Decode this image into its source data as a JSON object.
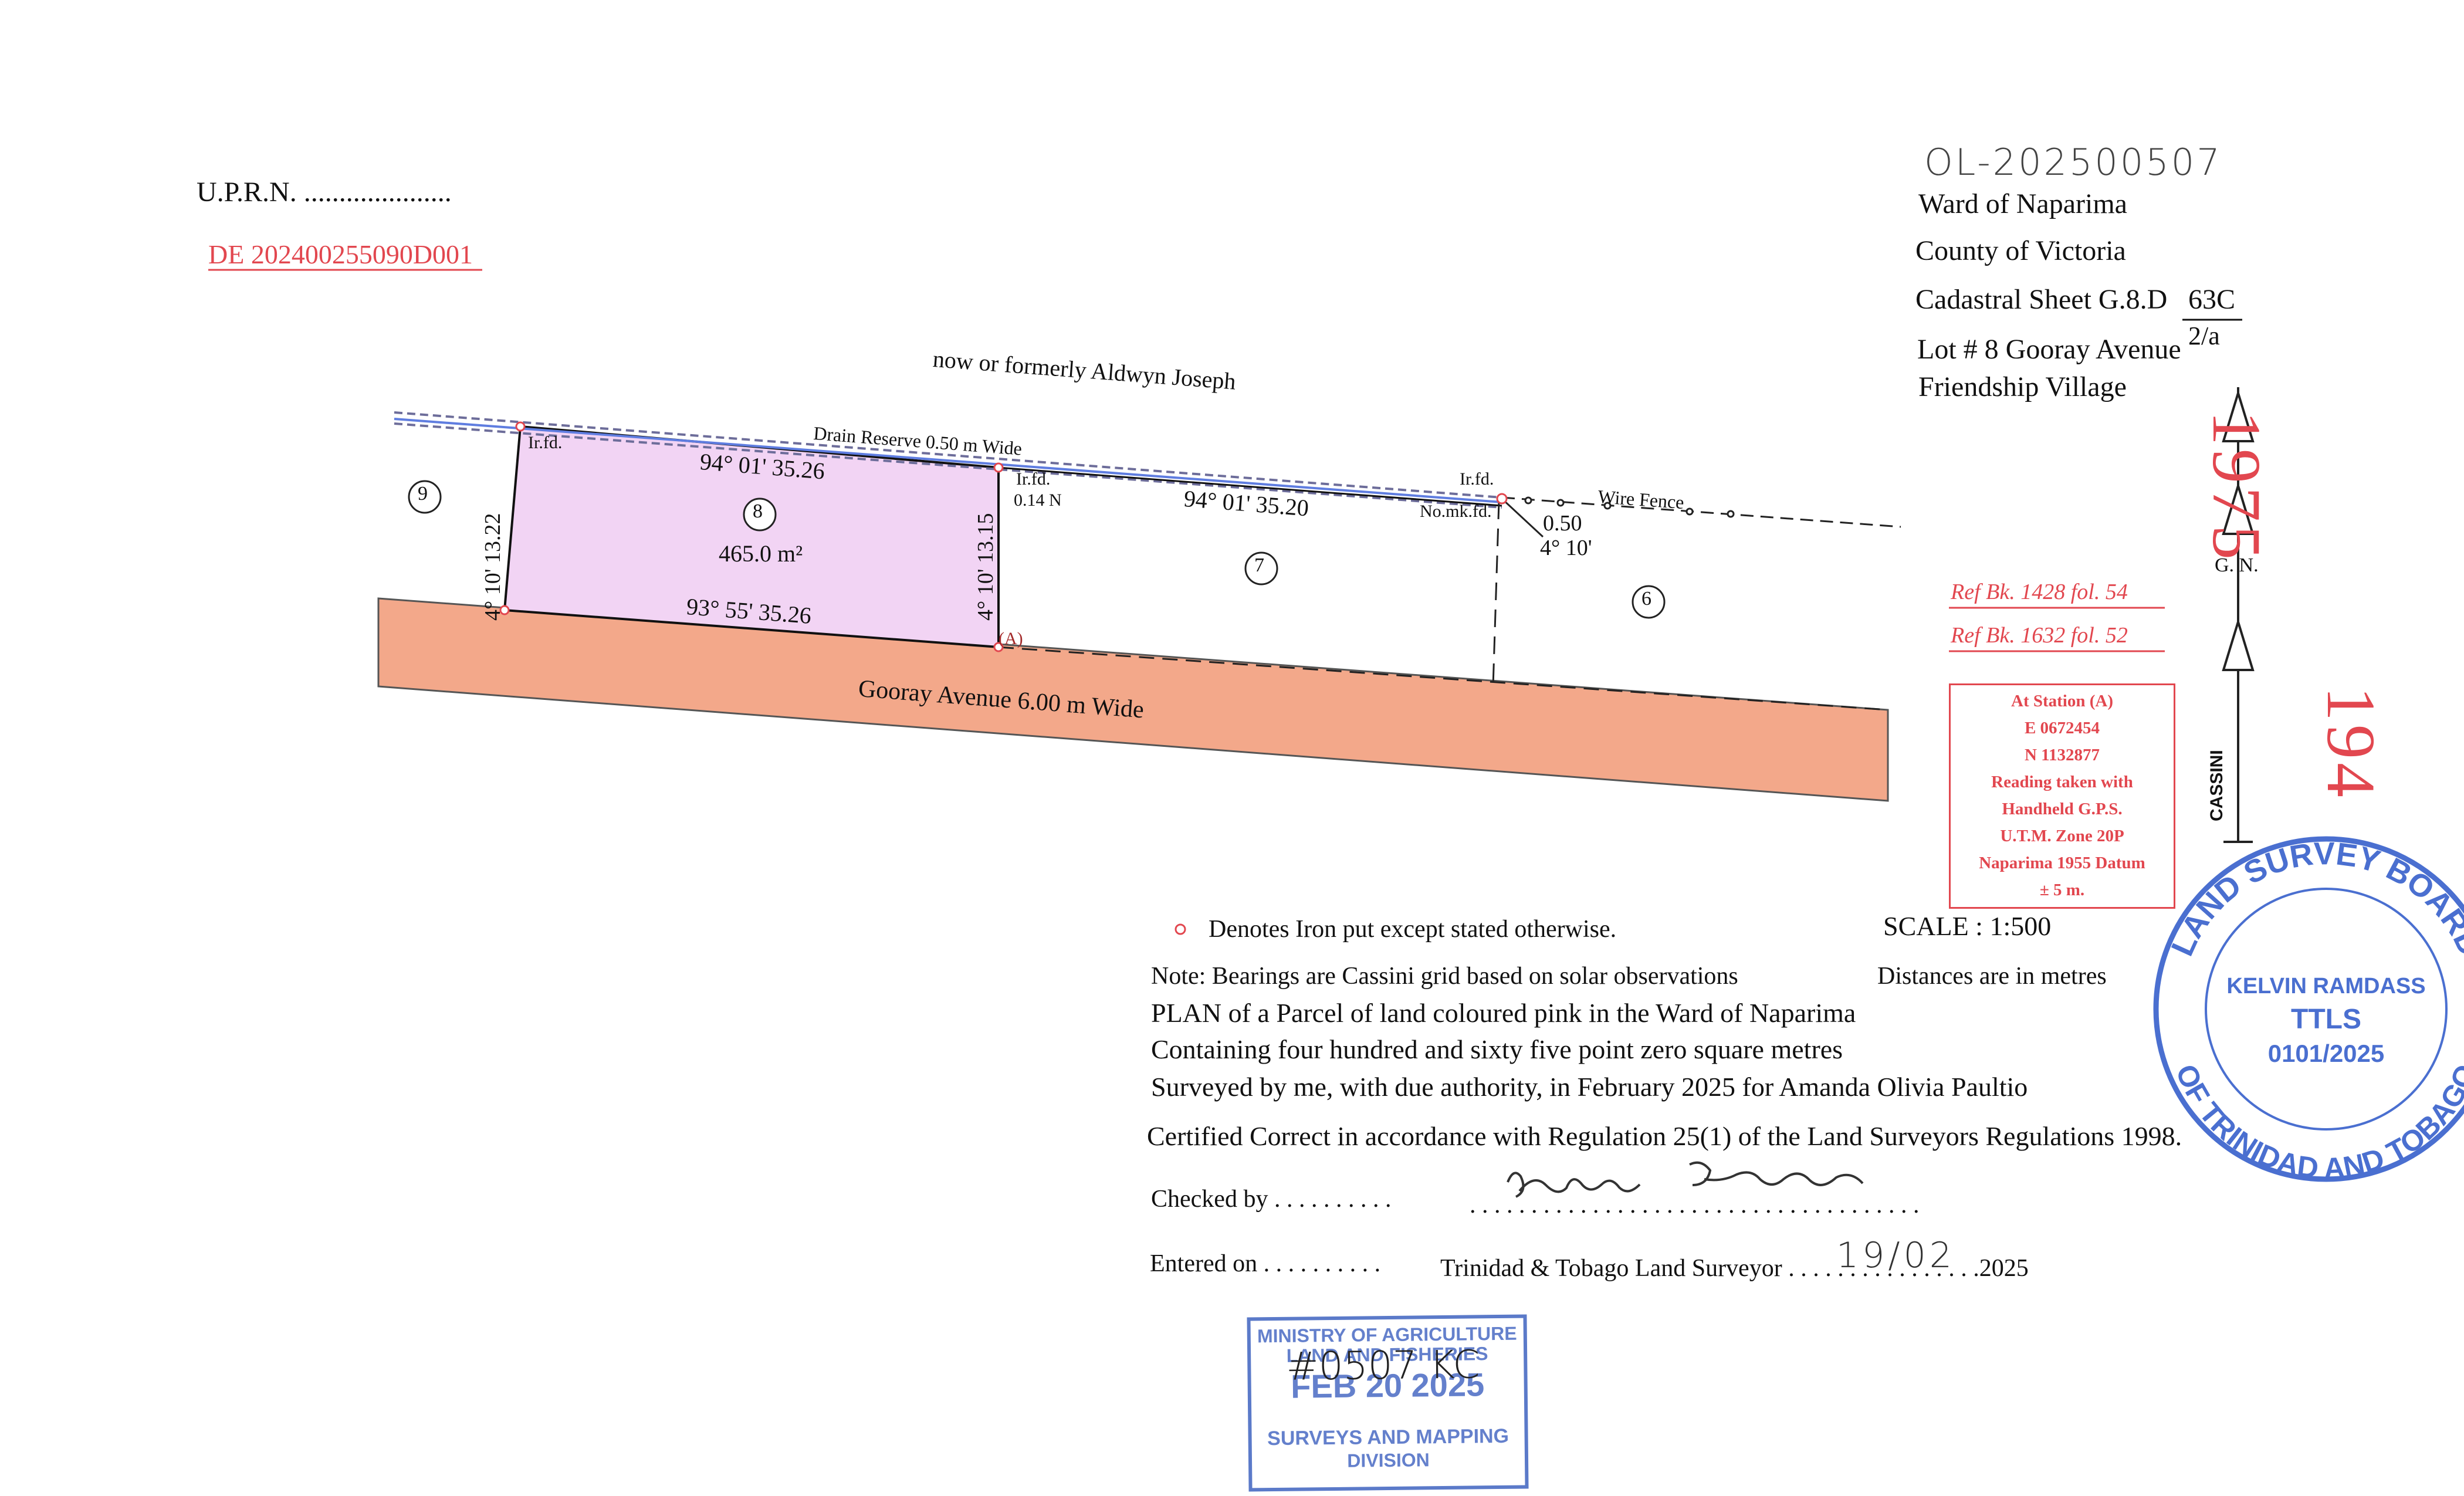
{
  "header": {
    "uprn": "U.P.R.N. .....................",
    "de_number": "DE 202400255090D001",
    "handwritten_ref": "OL-202500507",
    "ward": "Ward of Naparima",
    "county": "County of Victoria",
    "cadastral_sheet": "Cadastral Sheet  G.8.D",
    "cadastral_sheet_no": "63C",
    "cadastral_sheet_sub": "2/a",
    "lot": "Lot # 8 Gooray Avenue",
    "village": "Friendship Village"
  },
  "margin_numbers": {
    "top": "1975",
    "bottom": "194"
  },
  "plan": {
    "neighbour_north": "now or formerly Aldwyn Joseph",
    "drain_reserve": "Drain Reserve 0.50 m Wide",
    "road": "Gooray Avenue  6.00 m Wide",
    "wire_fence": "Wire Fence",
    "lot_numbers": [
      "9",
      "8",
      "7",
      "6"
    ],
    "area": "465.0 m²",
    "bearing_north_lot8": "94° 01'  35.26",
    "bearing_north_lot7": "94° 01'  35.20",
    "bearing_south_lot8": "93° 55'  35.26",
    "bearing_west": "4° 10'  13.22",
    "bearing_east": "4° 10'  13.15",
    "iron_found": "Ir.fd.",
    "offset_n": "0.14 N",
    "no_mark_found": "No.mk.fd.",
    "offset_050": "0.50",
    "offset_bearing": "4° 10'",
    "station_label": "(A)"
  },
  "north_arrow": {
    "gn": "G. N.",
    "cassini": "CASSINI"
  },
  "references": [
    "Ref  Bk. 1428 fol. 54",
    "Ref  Bk. 1632 fol. 52"
  ],
  "station_box": [
    "At Station (A)",
    "E 0672454",
    "N 1132877",
    "Reading taken with",
    "Handheld G.P.S.",
    "U.T.M. Zone 20P",
    "Naparima 1955 Datum",
    "± 5 m."
  ],
  "notes": {
    "legend": "Denotes Iron put except stated otherwise.",
    "scale": "SCALE : 1:500",
    "bearings_note": "Note: Bearings are Cassini grid based on solar observations",
    "distances": "Distances are in metres",
    "plan_of": "PLAN of a Parcel of land coloured pink in the Ward of Naparima",
    "containing": "Containing four hundred and sixty five point zero square metres",
    "surveyed": "Surveyed by me, with due authority, in February 2025 for Amanda Olivia Paultio",
    "certified": "Certified Correct in accordance with Regulation 25(1) of the Land Surveyors Regulations 1998.",
    "checked_by": "Checked by . . . . . . . . . .",
    "signature_dots": ". . . . . . . . . . . . . . . . . . . . . . . . . . . . . . . . . . . . .",
    "entered_on": "Entered on . . . . . . . . . .",
    "surveyor": "Trinidad & Tobago  Land Surveyor . . . . . . . . . . . . . . . .2025",
    "signed_date": "19/02"
  },
  "seal": {
    "ring_top": "LAND SURVEY BOARD",
    "ring_bottom": "OF TRINIDAD AND TOBAGO",
    "name": "KELVIN RAMDASS",
    "title": "TTLS",
    "number": "0101/2025"
  },
  "received_stamp": {
    "line1": "MINISTRY OF AGRICULTURE",
    "line2": "LAND AND FISHERIES",
    "date": "FEB 20 2025",
    "dept1": "SURVEYS AND MAPPING",
    "dept2": "DIVISION",
    "handwritten": "#0507 KC"
  },
  "colors": {
    "parcel": "#f2d4f4",
    "road": "#f3a88a",
    "annotation_red": "#e2474f",
    "stamp_blue": "#4a6fd0"
  }
}
